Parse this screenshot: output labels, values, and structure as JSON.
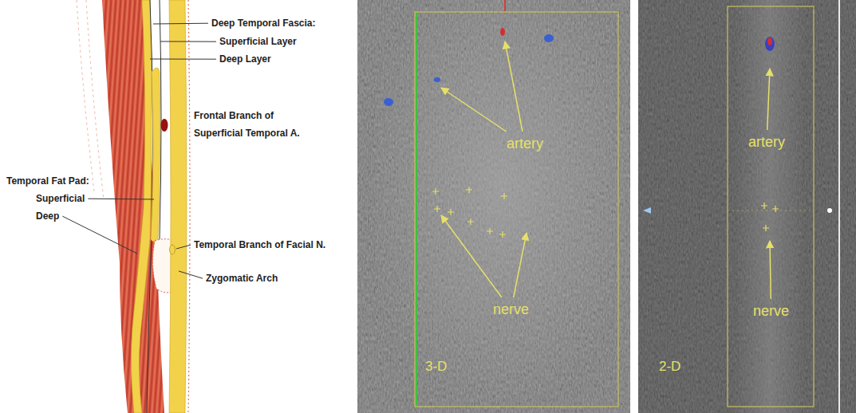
{
  "diagram": {
    "labels": [
      "Deep Temporal Fascia:",
      "Superficial Layer",
      "Deep Layer",
      "Frontal Branch of Superficial Temporal A.",
      "Temporal Fat Pad:",
      "Superficial",
      "Deep",
      "Temporal Branch of Facial N.",
      "Zygomatic Arch",
      "artery",
      "nerve",
      "3-D",
      "artery",
      "nerve",
      "2-D"
    ]
  }
}
